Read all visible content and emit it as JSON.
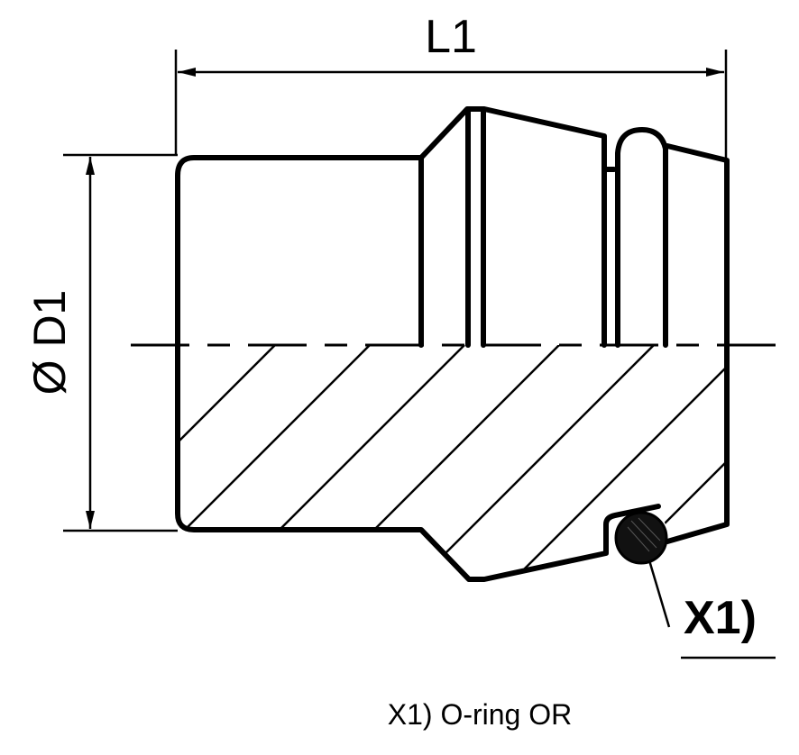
{
  "dimensions": {
    "length_label": "L1",
    "diameter_label": "Ø D1"
  },
  "callout": {
    "label": "X1)"
  },
  "caption": "X1) O-ring OR",
  "colors": {
    "line": "#000000",
    "background": "#ffffff"
  }
}
